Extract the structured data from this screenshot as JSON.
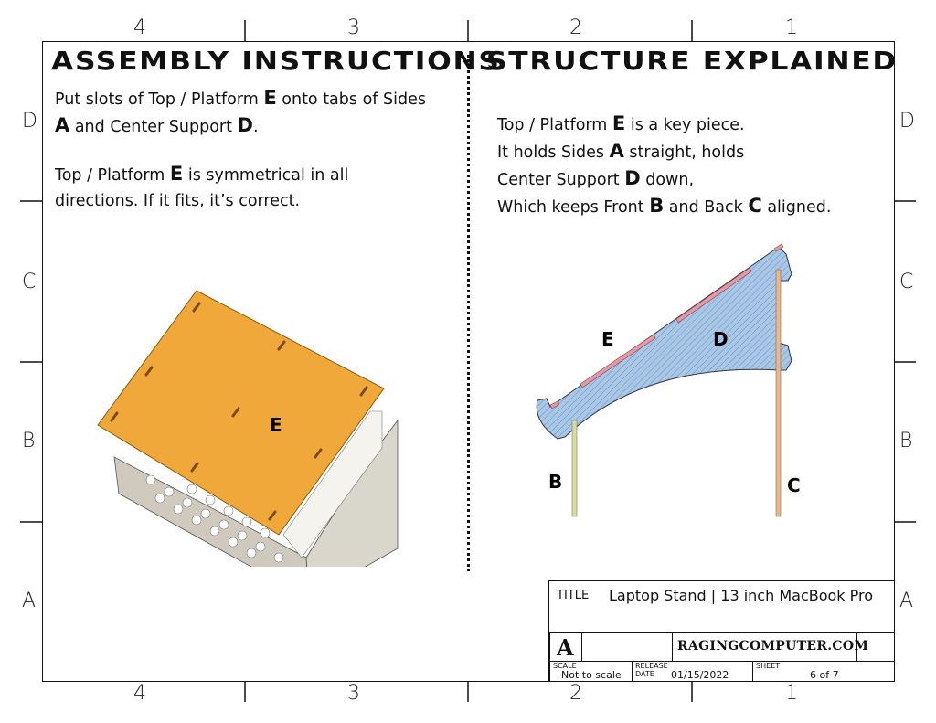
{
  "zones": {
    "columns": [
      "4",
      "3",
      "2",
      "1"
    ],
    "rows": [
      "D",
      "C",
      "B",
      "A"
    ]
  },
  "assembly": {
    "heading": "ASSEMBLY INSTRUCTIONS",
    "p1": {
      "t1": "Put slots of Top / Platform ",
      "k1": "E",
      "t2": " onto tabs of Sides",
      "k2": "A",
      "t3": " and Center Support ",
      "k3": "D",
      "t4": "."
    },
    "p2": {
      "t1": "Top / Platform ",
      "k1": "E",
      "t2": " is symmetrical in all",
      "t3": "directions. If it fits, it’s correct."
    },
    "figure_label": "E"
  },
  "structure": {
    "heading": "STRUCTURE EXPLAINED",
    "l1": {
      "t1": "Top / Platform ",
      "k1": "E",
      "t2": " is a key piece."
    },
    "l2": {
      "t1": "It holds Sides ",
      "k1": "A",
      "t2": " straight, holds"
    },
    "l3": {
      "t1": "Center Support ",
      "k1": "D",
      "t2": " down,"
    },
    "l4": {
      "t1": "Which keeps Front ",
      "k1": "B",
      "t2": " and Back ",
      "k2": "C",
      "t3": " aligned."
    },
    "labels": {
      "e": "E",
      "d": "D",
      "b": "B",
      "c": "C"
    }
  },
  "title_block": {
    "title_label": "TITLE",
    "title": "Laptop Stand | 13 inch MacBook Pro",
    "size": "A",
    "company": "RAGINGCOMPUTER.COM",
    "scale_label": "SCALE",
    "scale": "Not to scale",
    "release_label": "RELEASE",
    "date_label": "DATE",
    "date": "01/15/2022",
    "sheet_label": "SHEET",
    "sheet": "6 of 7"
  },
  "colors": {
    "platform": "#f0a83a",
    "body": "#d6d3c8",
    "support": "#a9c7e6",
    "slot": "#e39aa8",
    "back": "#e8b88e",
    "front": "#d9dd9a"
  }
}
